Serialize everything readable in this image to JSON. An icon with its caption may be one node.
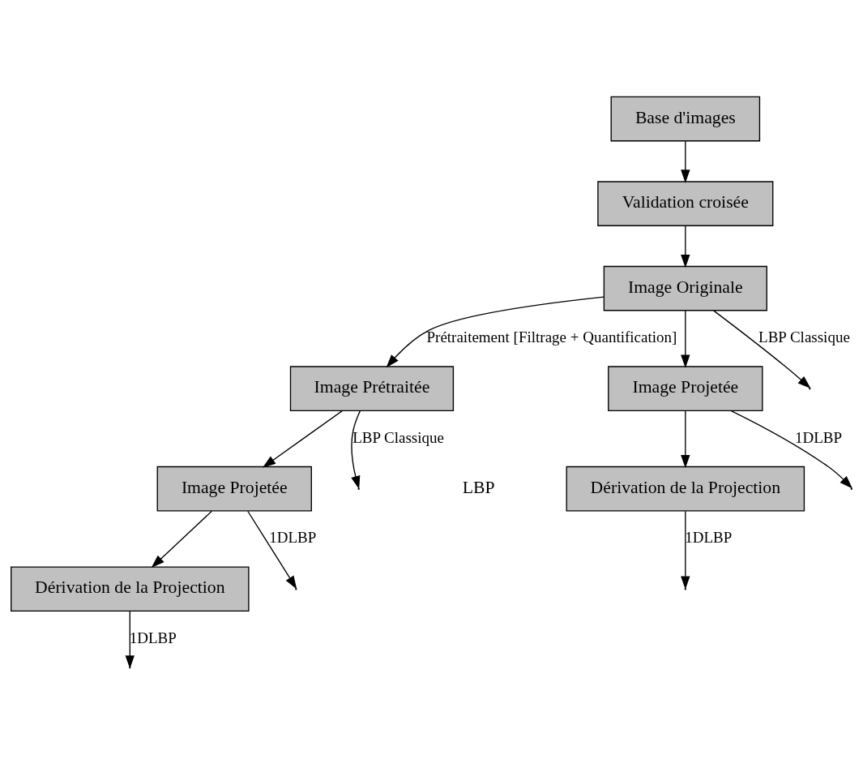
{
  "diagram": {
    "nodes": [
      {
        "text": [
          "Base d'images"
        ]
      },
      {
        "text": [
          "Validation croisée"
        ]
      },
      {
        "text": [
          "Image Originale"
        ]
      },
      {
        "text": [
          "Image Prétraitée"
        ]
      },
      {
        "text": [
          "Image Projetée"
        ]
      },
      {
        "text": [
          "Dérivation de la Projection"
        ]
      },
      {
        "text": [
          "Image Projetée"
        ]
      },
      {
        "text": [
          "Dérivation de la Projection"
        ]
      }
    ],
    "edges": [
      {
        "from": 0,
        "to": 1,
        "arrow": "to"
      },
      {
        "from": 1,
        "to": 2,
        "arrow": "to"
      },
      {
        "from": 2,
        "to": null,
        "arrow": "to",
        "label": "LBP Classique"
      },
      {
        "from": 2,
        "to": 3,
        "arrow": "to",
        "label": "Prétraitement [Filtrage + Quantification]"
      },
      {
        "from": 2,
        "to": 6,
        "arrow": "to"
      },
      {
        "from": 3,
        "to": null,
        "arrow": "to",
        "label": "LBP Classique"
      },
      {
        "from": 3,
        "to": 4,
        "arrow": "to"
      },
      {
        "from": 6,
        "to": null,
        "arrow": "to",
        "label": "1DLBP"
      },
      {
        "from": 4,
        "to": null,
        "arrow": "to",
        "label": "1DLBP"
      },
      {
        "from": 4,
        "to": 5,
        "arrow": "to"
      },
      {
        "from": 6,
        "to": 7,
        "arrow": "to"
      },
      {
        "from": 7,
        "to": null,
        "arrow": "to",
        "label": "1DLBP"
      },
      {
        "from": 5,
        "to": null,
        "arrow": "to",
        "label": "1DLBP"
      }
    ],
    "labels": [
      "LBP"
    ]
  }
}
